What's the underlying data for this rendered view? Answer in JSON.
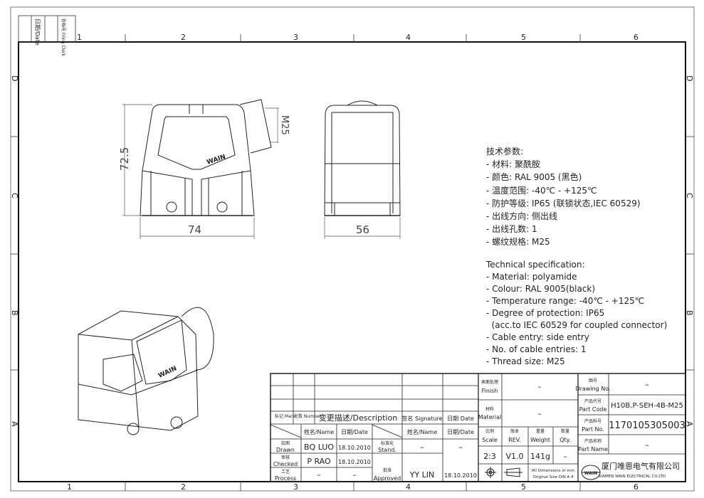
{
  "frame": {
    "zones_columns": [
      "1",
      "2",
      "3",
      "4",
      "5",
      "6"
    ],
    "zones_rows": [
      "D",
      "C",
      "B",
      "A"
    ],
    "filing_stamp": {
      "date_label": "日期/Date",
      "filing_label": "存档号 Filing Clerk"
    }
  },
  "views": {
    "front": {
      "height_dim": "72.5",
      "width_dim": "74",
      "thread_dim": "M25",
      "brand_mark": "WAIN"
    },
    "side": {
      "width_dim": "56"
    },
    "iso": {
      "brand_mark": "WAIN"
    }
  },
  "spec_cn": {
    "title": "技术参数:",
    "lines": [
      "- 材料: 聚酰胺",
      "- 颜色: RAL 9005 (黑色)",
      "- 温度范围: -40℃ - +125℃",
      "- 防护等级: IP65 (联锁状态,IEC 60529)",
      "- 出线方向: 侧出线",
      "- 出线孔数: 1",
      "- 螺纹规格: M25"
    ]
  },
  "spec_en": {
    "title": "Technical specification:",
    "lines": [
      "- Material: polyamide",
      "- Colour: RAL 9005(black)",
      "- Temperature range: -40℃ - +125℃",
      "- Degree of protection: IP65",
      "  (acc.to IEC 60529 for coupled connector)",
      "- Cable entry: side entry",
      "- No. of cable entries: 1",
      "- Thread size: M25"
    ]
  },
  "title_block": {
    "revision_headers": {
      "mark": "标记 Mark",
      "number": "处数 Number",
      "description": "变更描述/Description",
      "signature": "签名 Signature",
      "date": "日期 Date"
    },
    "approval_headers": {
      "name": "姓名/Name",
      "date": "日期/Date",
      "name2": "姓名/Name",
      "date2": "日期/Date"
    },
    "drawn": {
      "label_cn": "绘图",
      "label": "Drawn",
      "name": "BQ LUO",
      "date": "18.10.2010"
    },
    "checked": {
      "label_cn": "审核",
      "label": "Checked",
      "name": "P RAO",
      "date": "18.10.2010"
    },
    "process": {
      "label_cn": "工艺",
      "label": "Process",
      "name": "–",
      "date": "–"
    },
    "stand": {
      "label_cn": "标准化",
      "label": "Stand.",
      "name": "–",
      "date": "–"
    },
    "approved": {
      "label_cn": "批准",
      "label": "Approved",
      "name": "YY LIN",
      "date": "18.10.2010"
    },
    "finish": {
      "label_cn": "表面处理",
      "label": "Finish",
      "value": "–"
    },
    "material": {
      "label_cn": "材料",
      "label": "Material",
      "value": "–"
    },
    "scale": {
      "label_cn": "比例",
      "label": "Scale",
      "value": "2:3"
    },
    "rev": {
      "label_cn": "版本",
      "label": "REV.",
      "value": "V1.0"
    },
    "weight": {
      "label_cn": "重量",
      "label": "Weight",
      "value": "141g"
    },
    "qty": {
      "label_cn": "数量",
      "label": "Qty.",
      "value": "–"
    },
    "dimensions_note": [
      "All Dimensions in mm",
      "Original Size DIN A 4"
    ],
    "drawing_no": {
      "label_cn": "图号",
      "label": "Drawing No.",
      "value": "–"
    },
    "part_code": {
      "label_cn": "产品代号",
      "label": "Part Code",
      "value": "H10B.P-SEH-4B-M25"
    },
    "part_no": {
      "label_cn": "产品料号",
      "label": "Part No.",
      "value": "1170105305003"
    },
    "part_name": {
      "label_cn": "产品名称",
      "label": "Part Name",
      "value": "–"
    },
    "company_cn": "厦门唯恩电气有限公司",
    "company_en": "XIAMEN WAIN ELECTRICAL CO.LTD",
    "logo": "WAIN"
  }
}
